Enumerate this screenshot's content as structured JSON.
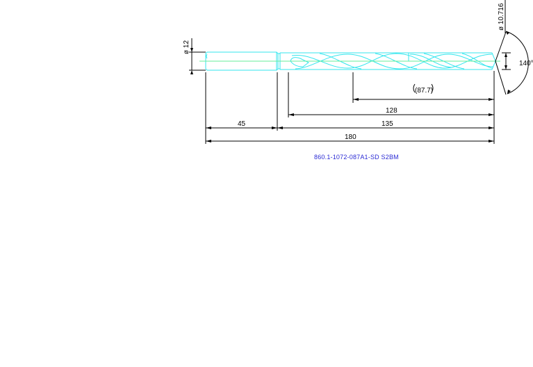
{
  "drawing": {
    "part_number": "860.1-1072-087A1-SD S2BM",
    "colors": {
      "tool_outline": "#33e6ee",
      "axis": "#66ee99",
      "dimension": "#000000",
      "caption": "#2a2ad4",
      "background": "#ffffff"
    },
    "dimensions": {
      "shank_diameter": "ø 12",
      "tip_diameter": "ø 10.716",
      "point_angle": "140°",
      "flute_length": "(87.7)",
      "body_length": "128",
      "length_from_shank": "135",
      "shank_length": "45",
      "overall_length": "180"
    }
  }
}
